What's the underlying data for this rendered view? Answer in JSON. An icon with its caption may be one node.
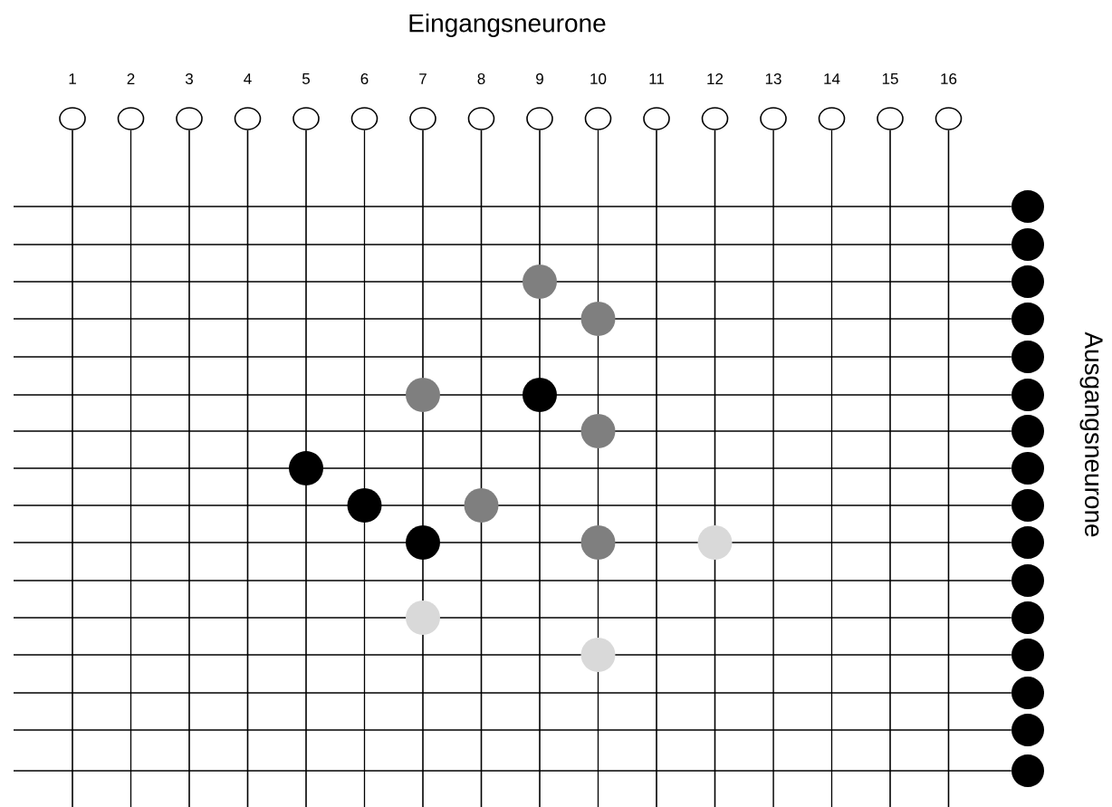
{
  "diagram": {
    "nodes": [
      {
        "text": [
          "1"
        ]
      },
      {
        "text": [
          "2"
        ]
      },
      {
        "text": [
          "3"
        ]
      },
      {
        "text": [
          "4"
        ]
      },
      {
        "text": [
          "5"
        ]
      },
      {
        "text": [
          "6"
        ]
      },
      {
        "text": [
          "7"
        ]
      },
      {
        "text": [
          "8"
        ]
      },
      {
        "text": [
          "9"
        ]
      },
      {
        "text": [
          "10"
        ]
      },
      {
        "text": [
          "11"
        ]
      },
      {
        "text": [
          "12"
        ]
      },
      {
        "text": [
          "13"
        ]
      },
      {
        "text": [
          "14"
        ]
      },
      {
        "text": [
          "15"
        ]
      },
      {
        "text": [
          "16"
        ]
      },
      {
        "text": [],
        "shape": "circle"
      },
      {
        "text": [],
        "shape": "circle"
      },
      {
        "text": [],
        "shape": "circle"
      },
      {
        "text": [],
        "shape": "circle"
      },
      {
        "text": [],
        "shape": "circle"
      },
      {
        "text": [],
        "shape": "circle"
      },
      {
        "text": [],
        "shape": "circle"
      },
      {
        "text": [],
        "shape": "circle"
      },
      {
        "text": [],
        "shape": "circle"
      },
      {
        "text": [],
        "shape": "circle"
      },
      {
        "text": [],
        "shape": "circle"
      },
      {
        "text": [],
        "shape": "circle"
      },
      {
        "text": [],
        "shape": "circle"
      },
      {
        "text": [],
        "shape": "circle"
      },
      {
        "text": [],
        "shape": "circle"
      },
      {
        "text": [],
        "shape": "circle"
      },
      {
        "text": [],
        "shape": "circle"
      },
      {
        "text": [],
        "shape": "circle"
      },
      {
        "text": [],
        "shape": "circle"
      },
      {
        "text": [],
        "shape": "circle"
      },
      {
        "text": [],
        "shape": "circle"
      },
      {
        "text": [],
        "shape": "circle"
      },
      {
        "text": [],
        "shape": "circle"
      },
      {
        "text": [],
        "shape": "circle"
      },
      {
        "text": [],
        "shape": "circle"
      },
      {
        "text": [],
        "shape": "circle"
      },
      {
        "text": [],
        "shape": "circle"
      },
      {
        "text": [],
        "shape": "circle"
      },
      {
        "text": [],
        "shape": "circle"
      }
    ],
    "edges": [
      {
        "from": 0,
        "to": null,
        "arrow": "none"
      },
      {
        "from": 1,
        "to": null,
        "arrow": "none"
      },
      {
        "from": 2,
        "to": null,
        "arrow": "none"
      },
      {
        "from": 3,
        "to": null,
        "arrow": "none"
      },
      {
        "from": 4,
        "to": null,
        "arrow": "none"
      },
      {
        "from": 5,
        "to": null,
        "arrow": "none"
      },
      {
        "from": 6,
        "to": null,
        "arrow": "none"
      },
      {
        "from": 7,
        "to": null,
        "arrow": "none"
      },
      {
        "from": 8,
        "to": null,
        "arrow": "none"
      },
      {
        "from": 9,
        "to": null,
        "arrow": "none"
      },
      {
        "from": 10,
        "to": null,
        "arrow": "none"
      },
      {
        "from": 11,
        "to": null,
        "arrow": "none"
      },
      {
        "from": 12,
        "to": null,
        "arrow": "none"
      },
      {
        "from": 13,
        "to": null,
        "arrow": "none"
      },
      {
        "from": 14,
        "to": null,
        "arrow": "none"
      },
      {
        "from": 15,
        "to": null,
        "arrow": "none"
      },
      {
        "from": null,
        "to": 16,
        "arrow": "none"
      },
      {
        "from": null,
        "to": 17,
        "arrow": "none"
      },
      {
        "from": null,
        "to": 18,
        "arrow": "none"
      },
      {
        "from": null,
        "to": 19,
        "arrow": "none"
      },
      {
        "from": null,
        "to": 20,
        "arrow": "none"
      },
      {
        "from": null,
        "to": 21,
        "arrow": "none"
      },
      {
        "from": null,
        "to": 22,
        "arrow": "none"
      },
      {
        "from": null,
        "to": 23,
        "arrow": "none"
      },
      {
        "from": null,
        "to": 24,
        "arrow": "none"
      },
      {
        "from": null,
        "to": 25,
        "arrow": "none"
      },
      {
        "from": null,
        "to": 26,
        "arrow": "none"
      },
      {
        "from": null,
        "to": 27,
        "arrow": "none"
      },
      {
        "from": null,
        "to": 28,
        "arrow": "none"
      },
      {
        "from": null,
        "to": 29,
        "arrow": "none"
      },
      {
        "from": null,
        "to": 30,
        "arrow": "none"
      },
      {
        "from": null,
        "to": 31,
        "arrow": "none"
      }
    ],
    "labels": [
      "Eingangsneurone",
      "Ausgangsneurone"
    ]
  }
}
